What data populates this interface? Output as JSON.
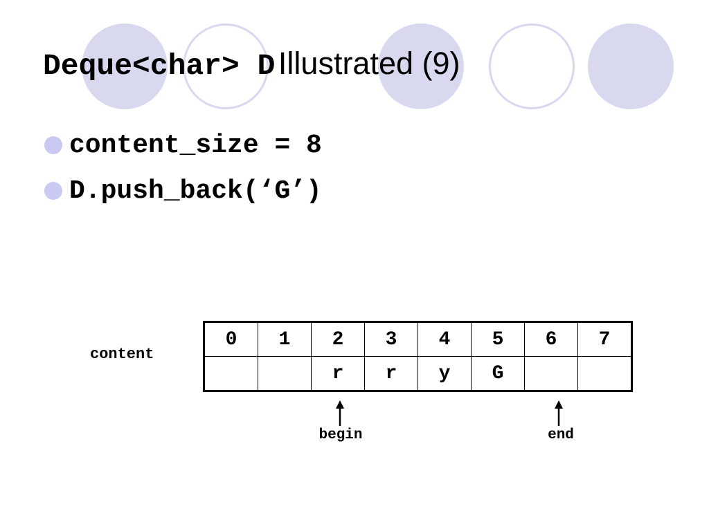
{
  "slide": {
    "title_code": "Deque<char> D",
    "title_text": "Illustrated (9)",
    "bullets": [
      {
        "text": "content_size = 8"
      },
      {
        "text": "D.push_back(‘G’)"
      }
    ],
    "content_label": "content",
    "array": {
      "indices": [
        "0",
        "1",
        "2",
        "3",
        "4",
        "5",
        "6",
        "7"
      ],
      "values": [
        "",
        "",
        "r",
        "r",
        "y",
        "G",
        "",
        ""
      ]
    },
    "pointers": {
      "begin": {
        "label": "begin",
        "index": 2
      },
      "end": {
        "label": "end",
        "index": 6
      }
    },
    "colors": {
      "decor_circle": "#d8d8ef",
      "bullet_dot": "#c9c9f4"
    }
  }
}
